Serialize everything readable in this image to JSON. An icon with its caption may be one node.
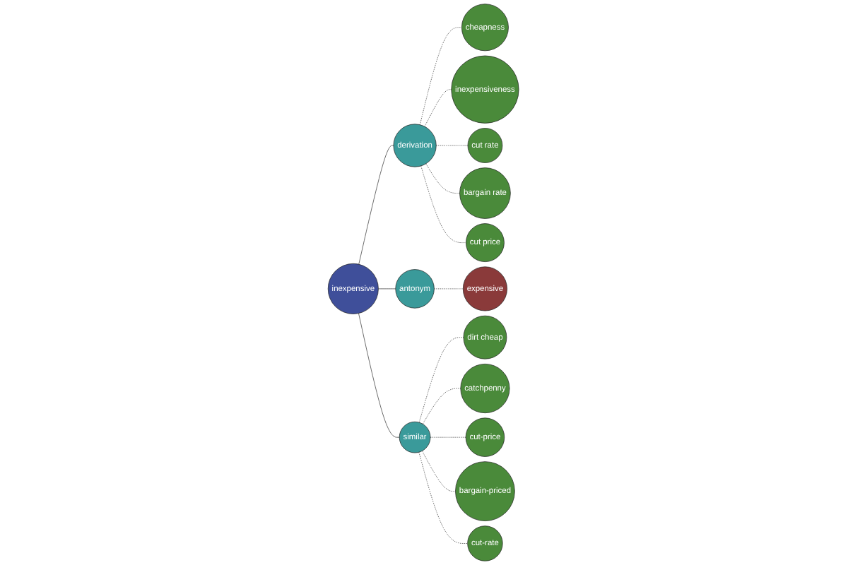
{
  "diagram": {
    "nodes": [
      {
        "text": [
          "inexpensive"
        ]
      },
      {
        "text": [
          "derivation"
        ]
      },
      {
        "text": [
          "antonym"
        ]
      },
      {
        "text": [
          "similar"
        ]
      },
      {
        "text": [
          "cheapness"
        ]
      },
      {
        "text": [
          "inexpensiveness"
        ]
      },
      {
        "text": [
          "cut rate"
        ]
      },
      {
        "text": [
          "bargain rate"
        ]
      },
      {
        "text": [
          "cut price"
        ]
      },
      {
        "text": [
          "expensive"
        ]
      },
      {
        "text": [
          "dirt cheap"
        ]
      },
      {
        "text": [
          "catchpenny"
        ]
      },
      {
        "text": [
          "cut-price"
        ]
      },
      {
        "text": [
          "bargain-priced"
        ]
      },
      {
        "text": [
          "cut-rate"
        ]
      }
    ],
    "edges": [
      {
        "from": 0,
        "to": 1,
        "arrow": "none"
      },
      {
        "from": 0,
        "to": 2,
        "arrow": "none"
      },
      {
        "from": 0,
        "to": 3,
        "arrow": "none"
      },
      {
        "from": 1,
        "to": 4,
        "arrow": "none",
        "style": "dashed"
      },
      {
        "from": 1,
        "to": 5,
        "arrow": "none",
        "style": "dashed"
      },
      {
        "from": 1,
        "to": 6,
        "arrow": "none",
        "style": "dashed"
      },
      {
        "from": 1,
        "to": 7,
        "arrow": "none",
        "style": "dashed"
      },
      {
        "from": 1,
        "to": 8,
        "arrow": "none",
        "style": "dashed"
      },
      {
        "from": 2,
        "to": 9,
        "arrow": "none",
        "style": "dashed"
      },
      {
        "from": 3,
        "to": 10,
        "arrow": "none",
        "style": "dashed"
      },
      {
        "from": 3,
        "to": 11,
        "arrow": "none",
        "style": "dashed"
      },
      {
        "from": 3,
        "to": 12,
        "arrow": "none",
        "style": "dashed"
      },
      {
        "from": 3,
        "to": 13,
        "arrow": "none",
        "style": "dashed"
      },
      {
        "from": 3,
        "to": 14,
        "arrow": "none",
        "style": "dashed"
      }
    ]
  }
}
